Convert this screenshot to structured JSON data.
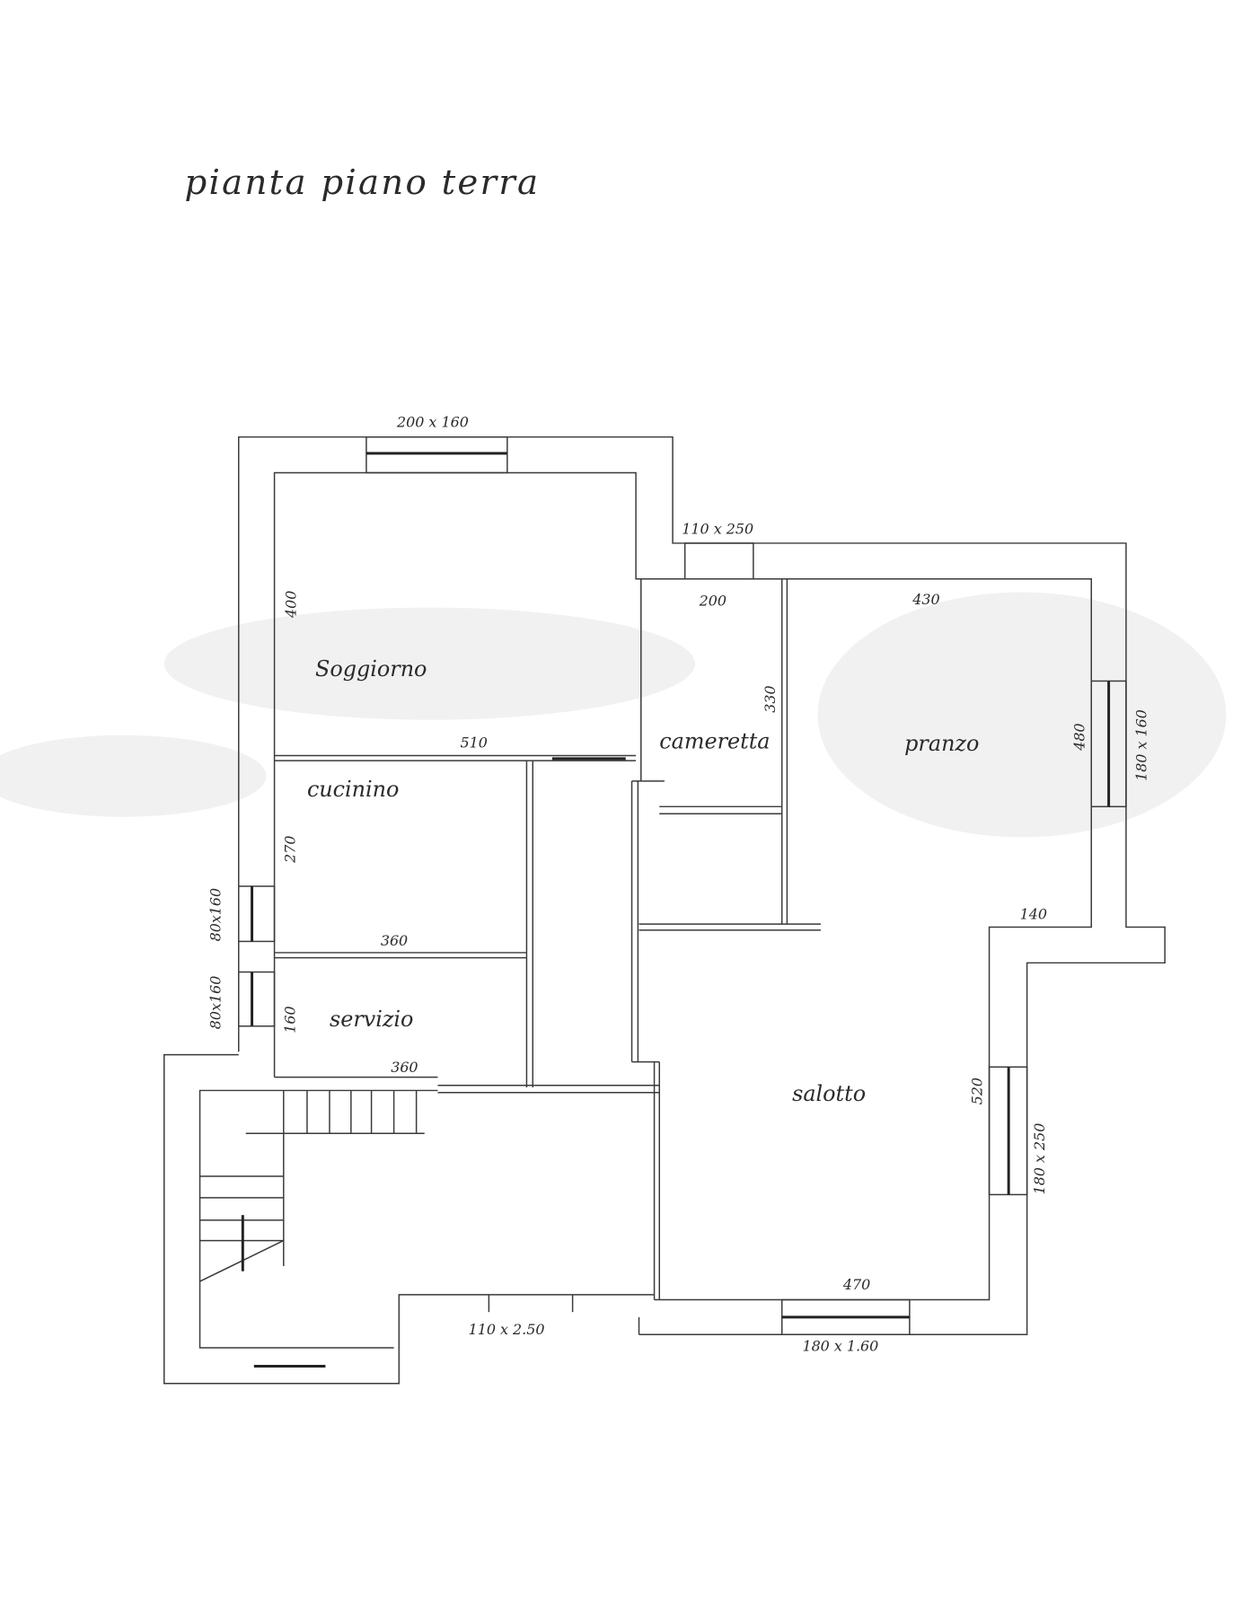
{
  "title": "pianta piano terra",
  "colors": {
    "ink": "#3a3a3a",
    "paper": "#ffffff"
  },
  "rooms": {
    "soggiorno": "Soggiorno",
    "cameretta": "cameretta",
    "pranzo": "pranzo",
    "cucinino": "cucinino",
    "servizio": "servizio",
    "salotto": "salotto"
  },
  "dimensions": {
    "soggiorno_width": "510",
    "soggiorno_depth": "400",
    "cameretta_width": "200",
    "cameretta_depth": "330",
    "pranzo_width": "430",
    "pranzo_depth": "480",
    "step": "140",
    "salotto_depth": "520",
    "salotto_width": "470",
    "cucinino_width": "360",
    "cucinino_depth": "270",
    "servizio_width": "360",
    "servizio_depth": "160"
  },
  "openings": {
    "top_window": "200 x 160",
    "upper_door": "110 x 250",
    "pranzo_window": "180 x 160",
    "salotto_window": "180 x 250",
    "bottom_window": "180 x 1.60",
    "bottom_door": "110 x 2.50",
    "cucinino_window": "80x160",
    "servizio_window": "80x160"
  }
}
